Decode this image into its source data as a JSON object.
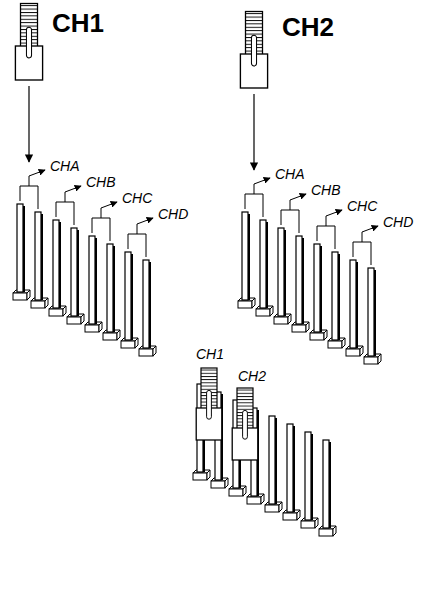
{
  "diagram": {
    "labels": [
      "CH1",
      "CH2",
      "CHA",
      "CHB",
      "CHC",
      "CHD",
      "CHA",
      "CHB",
      "CHC",
      "CHD",
      "CH1",
      "CH2"
    ]
  }
}
